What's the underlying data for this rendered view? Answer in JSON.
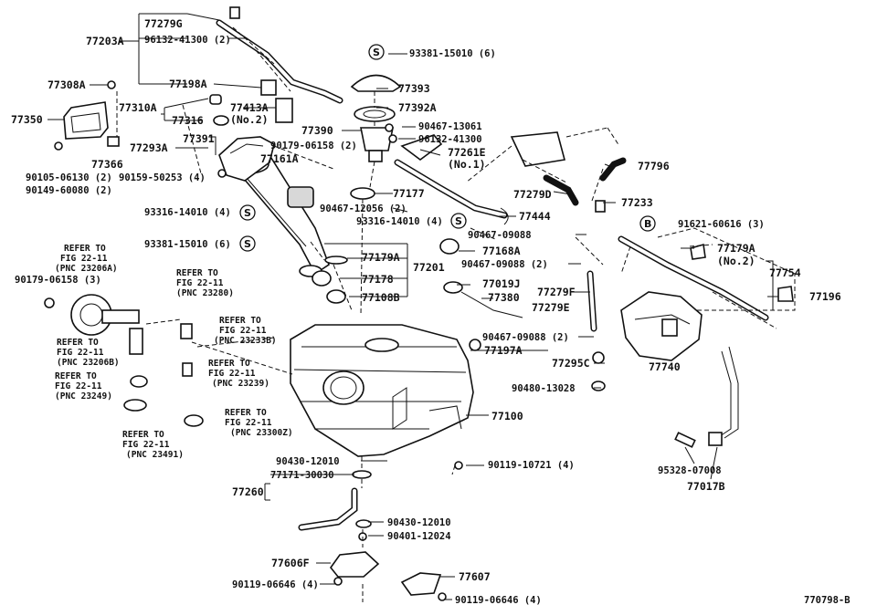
{
  "diagram_id": "770798-B",
  "parts": {
    "p77203A": "77203A",
    "p77279G": "77279G",
    "p96132_41300_2": "96132-41300 (2)",
    "p77198A": "77198A",
    "p77308A": "77308A",
    "p77350": "77350",
    "p77310A": "77310A",
    "p77316": "77316",
    "p77413A": "77413A",
    "p77413A_sub": "(No.2)",
    "p77366": "77366",
    "p90105": "90105-06130 (2)",
    "p90149": "90149-60080 (2)",
    "p77293A": "77293A",
    "p77391": "77391",
    "p90159": "90159-50253 (4)",
    "p90179_2": "90179-06158 (2)",
    "p77161A": "77161A",
    "p93381_top": "93381-15010 (6)",
    "p77393": "77393",
    "p77392A": "77392A",
    "p77390": "77390",
    "p90467_13061": "90467-13061",
    "p96132_41300": "96132-41300",
    "p77261E": "77261E",
    "p77261E_sub": "(No.1)",
    "p77796": "77796",
    "p77279D": "77279D",
    "p77233": "77233",
    "p77177": "77177",
    "p93316_left": "93316-14010 (4)",
    "p90467_12056": "90467-12056 (2)",
    "p93316_mid": "93316-14010 (4)",
    "p77444": "77444",
    "p91621": "91621-60616 (3)",
    "p90467_09088": "90467-09088",
    "p93381_left": "93381-15010 (6)",
    "p77179A_mid": "77179A",
    "p77201": "77201",
    "p77168A": "77168A",
    "p90467_09088_2a": "90467-09088 (2)",
    "p77179A_right": "77179A",
    "p77179A_right_sub": "(No.2)",
    "p77754": "77754",
    "p90179_3": "90179-06158 (3)",
    "p77178": "77178",
    "p77019J": "77019J",
    "p77279F": "77279F",
    "p77108B": "77108B",
    "p77380": "77380",
    "p77279E": "77279E",
    "p77196": "77196",
    "p90467_09088_2b": "90467-09088 (2)",
    "p77197A": "77197A",
    "p77295C": "77295C",
    "p77740": "77740",
    "p90480": "90480-13028",
    "p77100": "77100",
    "p90430_top": "90430-12010",
    "p90119_10721": "90119-10721 (4)",
    "p77171": "77171-30030",
    "p77260": "77260",
    "p95328": "95328-07008",
    "p77017B": "77017B",
    "p90430_bot": "90430-12010",
    "p90401": "90401-12024",
    "p77606F": "77606F",
    "p77607": "77607",
    "p90119_06646_a": "90119-06646 (4)",
    "p90119_06646_b": "90119-06646 (4)"
  },
  "refs": {
    "r23206A": [
      "REFER TO",
      "FIG 22-11",
      "(PNC 23206A)"
    ],
    "r23280": [
      "REFER TO",
      "FIG 22-11",
      "(PNC 23280)"
    ],
    "r23233B": [
      "REFER TO",
      "FIG 22-11",
      "(PNC 23233B)"
    ],
    "r23206B": [
      "REFER TO",
      "FIG 22-11",
      "(PNC 23206B)"
    ],
    "r23239": [
      "REFER TO",
      "FIG 22-11",
      "(PNC 23239)"
    ],
    "r23249": [
      "REFER TO",
      "FIG 22-11",
      "(PNC 23249)"
    ],
    "r23300Z": [
      "REFER TO",
      "FIG 22-11",
      "(PNC 23300Z)"
    ],
    "r23491": [
      "REFER TO",
      "FIG 22-11",
      "(PNC 23491)"
    ]
  },
  "circle_markers": {
    "s": "S",
    "b": "B"
  }
}
